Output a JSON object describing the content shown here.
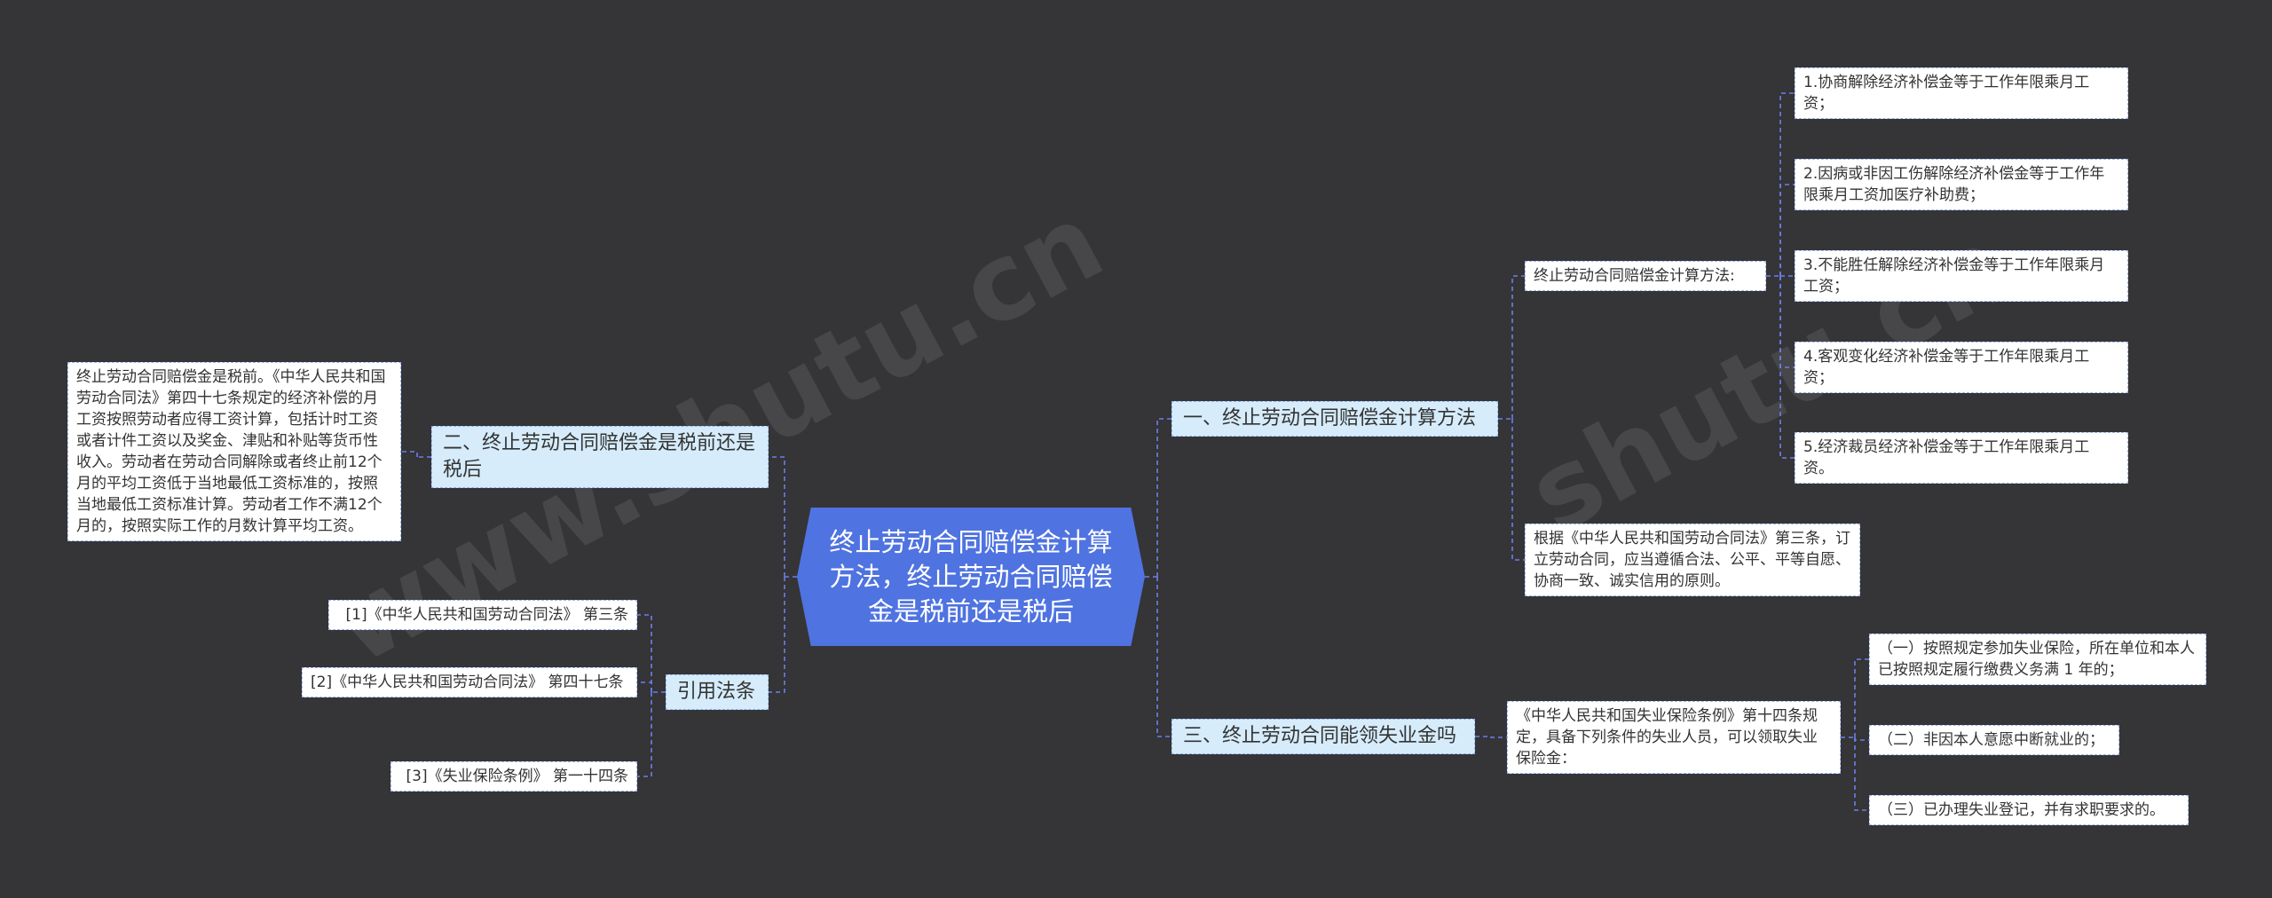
{
  "watermark": [
    "www.shutu.cn",
    "shutu.cn"
  ],
  "center": "终止劳动合同赔偿金计算方法，终止劳动合同赔偿金是税前还是税后",
  "right_branches": [
    {
      "label": "一、终止劳动合同赔偿金计算方法",
      "children": [
        {
          "label": "终止劳动合同赔偿金计算方法:",
          "children": [
            "1.协商解除经济补偿金等于工作年限乘月工资；",
            "2.因病或非因工伤解除经济补偿金等于工作年限乘月工资加医疗补助费；",
            "3.不能胜任解除经济补偿金等于工作年限乘月工资；",
            "4.客观变化经济补偿金等于工作年限乘月工资；",
            "5.经济裁员经济补偿金等于工作年限乘月工资。"
          ]
        },
        {
          "label": "根据《中华人民共和国劳动合同法》第三条，订立劳动合同，应当遵循合法、公平、平等自愿、协商一致、诚实信用的原则。",
          "children": []
        }
      ]
    },
    {
      "label": "三、终止劳动合同能领失业金吗",
      "children": [
        {
          "label": "《中华人民共和国失业保险条例》第十四条规定，具备下列条件的失业人员，可以领取失业保险金：",
          "children": [
            "（一）按照规定参加失业保险，所在单位和本人已按照规定履行缴费义务满 1 年的；",
            "（二）非因本人意愿中断就业的；",
            "（三）已办理失业登记，并有求职要求的。"
          ]
        }
      ]
    }
  ],
  "left_branches": [
    {
      "label": "二、终止劳动合同赔偿金是税前还是税后",
      "children": [
        "终止劳动合同赔偿金是税前。《中华人民共和国劳动合同法》第四十七条规定的经济补偿的月工资按照劳动者应得工资计算，包括计时工资或者计件工资以及奖金、津贴和补贴等货币性收入。劳动者在劳动合同解除或者终止前12个月的平均工资低于当地最低工资标准的，按照当地最低工资标准计算。劳动者工作不满12个月的，按照实际工作的月数计算平均工资。"
      ]
    },
    {
      "label": "引用法条",
      "children": [
        "[1]《中华人民共和国劳动合同法》 第三条",
        "[2]《中华人民共和国劳动合同法》 第四十七条",
        "[3]《失业保险条例》 第一十四条"
      ]
    }
  ]
}
